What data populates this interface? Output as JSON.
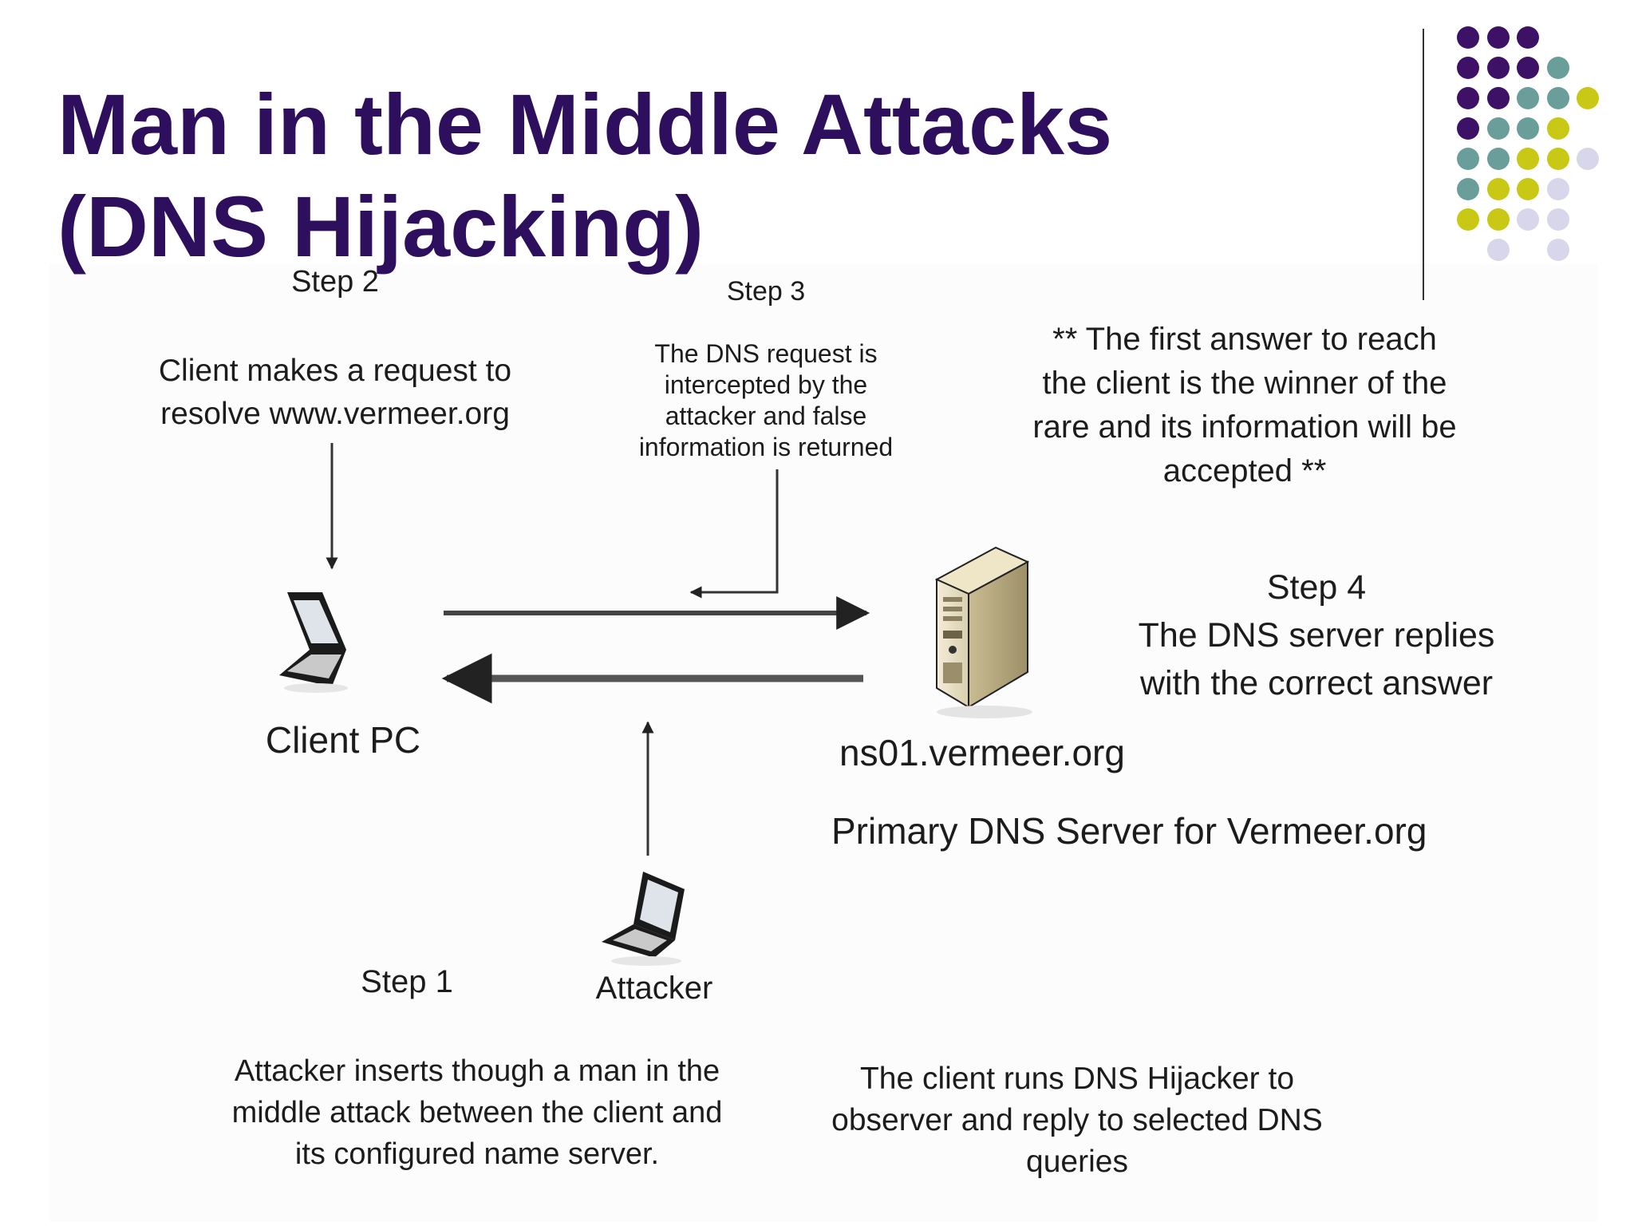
{
  "title": {
    "line1": "Man in the Middle Attacks",
    "line2": "(DNS Hijacking)"
  },
  "colors": {
    "title": "#2e0f5e",
    "dot_purple": "#3d1266",
    "dot_teal": "#6a9e9b",
    "dot_olive": "#c8c815",
    "dot_lavender": "#d8d6ea",
    "text": "#1c1c1c",
    "arrow": "#333333"
  },
  "step2": {
    "label": "Step 2",
    "lines": [
      "Client makes a request to",
      "resolve www.vermeer.org"
    ]
  },
  "step3": {
    "label": "Step 3",
    "lines": [
      "The DNS request is",
      "intercepted by the",
      "attacker and false",
      "information is returned"
    ]
  },
  "note": {
    "lines": [
      "** The first answer to reach",
      "the client is the winner of the",
      "rare and its information will be",
      "accepted **"
    ]
  },
  "step4": {
    "label": "Step 4",
    "lines": [
      "The DNS server replies",
      "with the correct answer"
    ]
  },
  "client": {
    "label": "Client PC",
    "icon": "laptop-icon"
  },
  "server": {
    "hostname": "ns01.vermeer.org",
    "description": "Primary DNS Server for Vermeer.org",
    "icon": "server-tower-icon"
  },
  "attacker": {
    "label": "Attacker",
    "icon": "laptop-icon"
  },
  "step1": {
    "label": "Step 1",
    "lines": [
      "Attacker inserts though a man in the",
      "middle attack between the client and",
      "its configured name server."
    ]
  },
  "hijacker_note": {
    "lines": [
      "The client runs DNS Hijacker to",
      "observer and reply to selected DNS",
      "queries"
    ]
  }
}
